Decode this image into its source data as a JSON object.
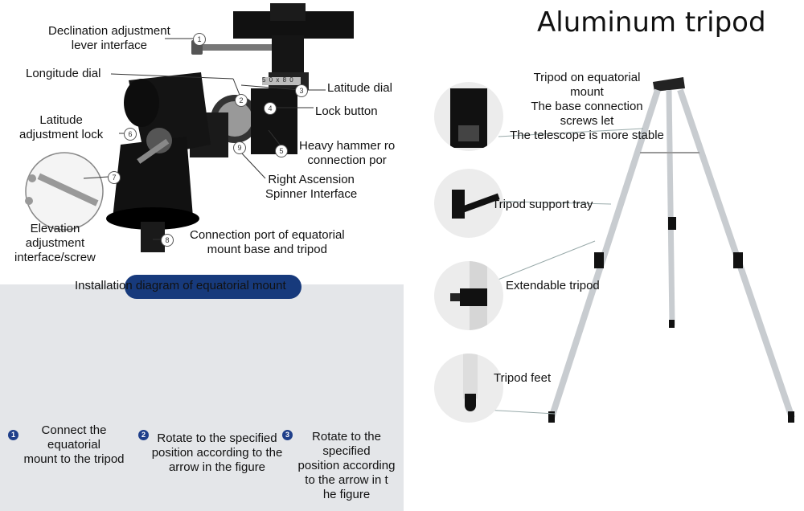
{
  "mount_labels": {
    "l1": [
      "Declination adjustment",
      "lever interface"
    ],
    "l2": "Longitude dial",
    "l3": "Latitude dial",
    "l4": "Lock button",
    "l5": [
      "Heavy hammer ro",
      "connection por"
    ],
    "l6": [
      "Latitude",
      "adjustment lock"
    ],
    "l7": [
      "Elevation",
      "adjustment",
      "interface/screw"
    ],
    "l8": [
      "Connection port of equatorial",
      "mount base and tripod"
    ],
    "l9": [
      "Right Ascension",
      "Spinner Interface"
    ],
    "markers": [
      "1",
      "2",
      "3",
      "4",
      "5",
      "6",
      "7",
      "8",
      "9"
    ],
    "dial_text": "5 0 x 8 0"
  },
  "installation": {
    "header": "Installation diagram of equatorial mount",
    "steps": [
      {
        "num": "1",
        "lines": [
          "Connect the",
          "equatorial",
          "mount to the tripod"
        ]
      },
      {
        "num": "2",
        "lines": [
          "Rotate to the specified",
          "position according to the",
          "arrow in the figure"
        ]
      },
      {
        "num": "3",
        "lines": [
          "Rotate to the",
          "specified",
          "position according",
          "to the arrow in t",
          "he figure"
        ]
      }
    ]
  },
  "tripod": {
    "title": "Aluminum tripod",
    "l1": [
      "Tripod on equatorial",
      "mount",
      "The base connection",
      "screws let",
      "The telescope is more stable"
    ],
    "l2": "Tripod support tray",
    "l3": "Extendable tripod",
    "l4": "Tripod feet"
  },
  "colors": {
    "accent": "#173a7c",
    "panel": "#e4e6e9",
    "arrow": "#d8262b"
  }
}
